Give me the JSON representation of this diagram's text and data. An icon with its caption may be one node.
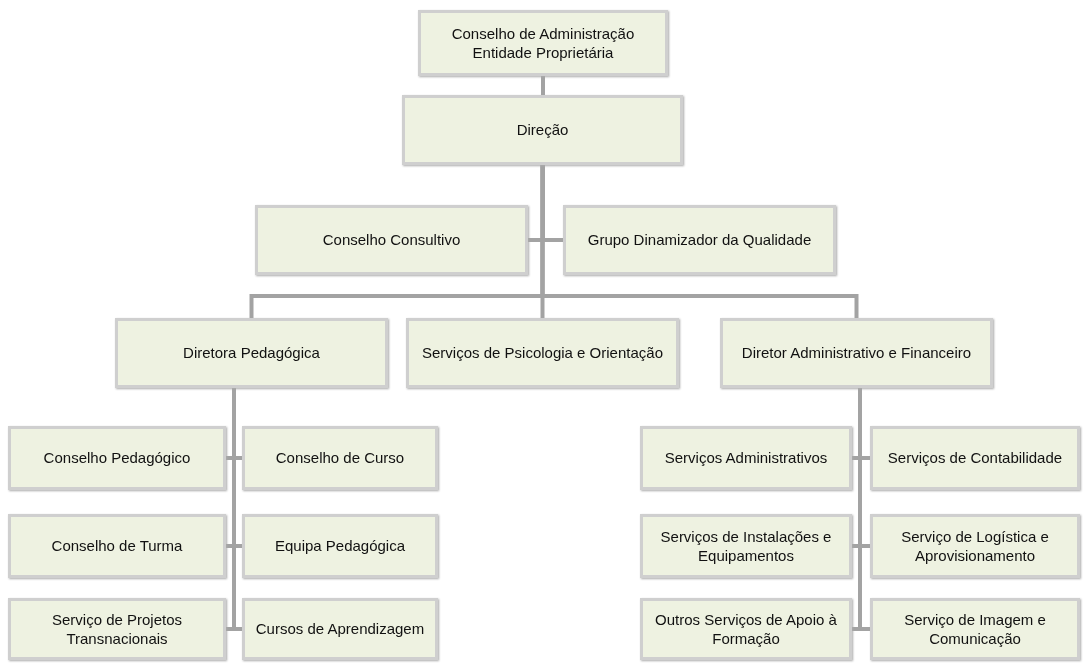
{
  "diagram": {
    "nodes": [
      {
        "text": [
          "Conselho de Administração Entidade Proprietária"
        ]
      },
      {
        "text": [
          "Direção"
        ]
      },
      {
        "text": [
          "Conselho Consultivo"
        ]
      },
      {
        "text": [
          "Grupo Dinamizador da Qualidade"
        ]
      },
      {
        "text": [
          "Diretora Pedagógica"
        ]
      },
      {
        "text": [
          "Serviços de Psicologia e Orientação"
        ]
      },
      {
        "text": [
          "Diretor Administrativo e Financeiro"
        ]
      },
      {
        "text": [
          "Conselho Pedagógico"
        ]
      },
      {
        "text": [
          "Conselho de Curso"
        ]
      },
      {
        "text": [
          "Conselho de Turma"
        ]
      },
      {
        "text": [
          "Equipa Pedagógica"
        ]
      },
      {
        "text": [
          "Serviço de Projetos Transnacionais"
        ]
      },
      {
        "text": [
          "Cursos de Aprendizagem"
        ]
      },
      {
        "text": [
          "Serviços Administrativos"
        ]
      },
      {
        "text": [
          "Serviços de Contabilidade"
        ]
      },
      {
        "text": [
          "Serviços de Instalações e Equipamentos"
        ]
      },
      {
        "text": [
          "Serviço de Logística e Aprovisionamento"
        ]
      },
      {
        "text": [
          "Outros Serviços de Apoio à Formação"
        ]
      },
      {
        "text": [
          "Serviço de Imagem e Comunicação"
        ]
      }
    ],
    "edges": [
      {
        "from": 0,
        "to": 1,
        "arrow": "none"
      },
      {
        "from": 1,
        "to": 2,
        "arrow": "none"
      },
      {
        "from": 1,
        "to": 3,
        "arrow": "none"
      },
      {
        "from": 1,
        "to": 4,
        "arrow": "none"
      },
      {
        "from": 1,
        "to": 5,
        "arrow": "none"
      },
      {
        "from": 1,
        "to": 6,
        "arrow": "none"
      },
      {
        "from": 4,
        "to": 7,
        "arrow": "none"
      },
      {
        "from": 4,
        "to": 8,
        "arrow": "none"
      },
      {
        "from": 4,
        "to": 9,
        "arrow": "none"
      },
      {
        "from": 4,
        "to": 10,
        "arrow": "none"
      },
      {
        "from": 4,
        "to": 11,
        "arrow": "none"
      },
      {
        "from": 4,
        "to": 12,
        "arrow": "none"
      },
      {
        "from": 6,
        "to": 13,
        "arrow": "none"
      },
      {
        "from": 6,
        "to": 14,
        "arrow": "none"
      },
      {
        "from": 6,
        "to": 15,
        "arrow": "none"
      },
      {
        "from": 6,
        "to": 16,
        "arrow": "none"
      },
      {
        "from": 6,
        "to": 17,
        "arrow": "none"
      },
      {
        "from": 6,
        "to": 18,
        "arrow": "none"
      }
    ]
  }
}
